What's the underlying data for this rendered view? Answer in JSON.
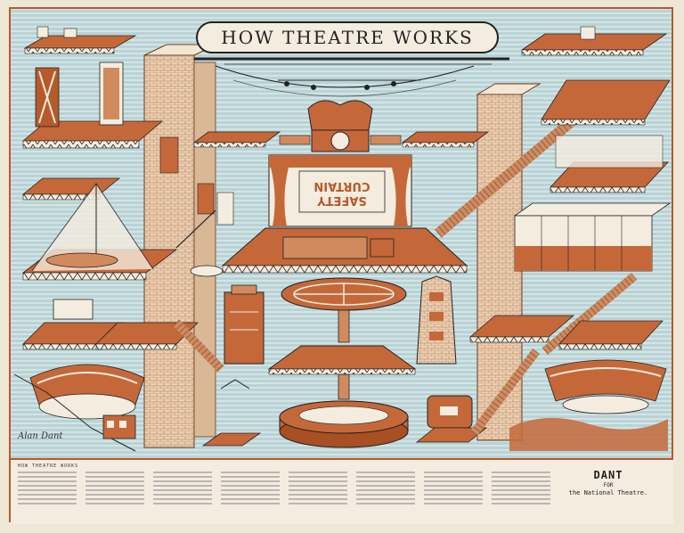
{
  "poster": {
    "title": "HOW THEATRE WORKS",
    "safety_curtain_line1": "SAFETY",
    "safety_curtain_line2": "CURTAIN",
    "caption_title": "HOW THEATRE WORKS",
    "credit_name": "DANT",
    "credit_for": "FOR",
    "credit_org": "the National Theatre.",
    "signature": "Alan Dant"
  },
  "colors": {
    "accent": "#b65a2a",
    "background": "#b9d3d6",
    "paper": "#f4ecdf",
    "ink": "#222222",
    "stone": "#e6c8a8"
  }
}
